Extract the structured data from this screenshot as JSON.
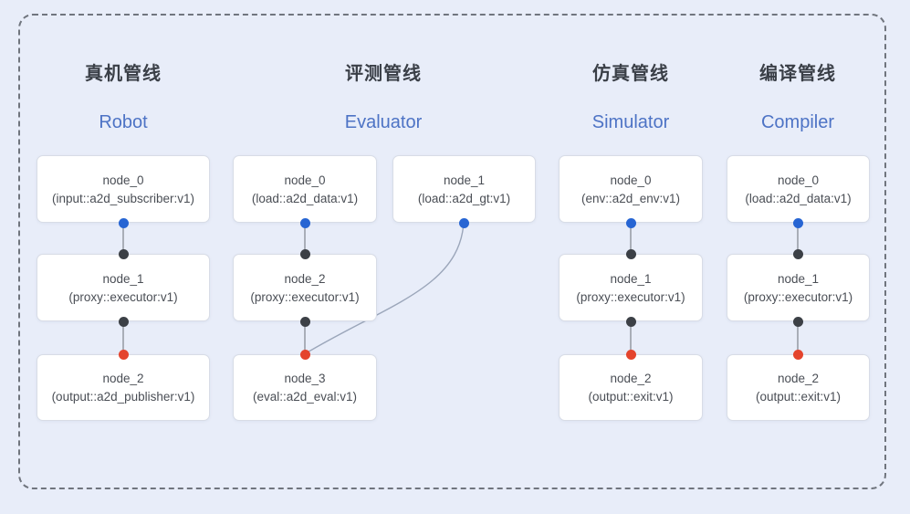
{
  "diagram": {
    "frame": "pipeline-overview",
    "colors": {
      "background": "#e8edf9",
      "frame_dash": "#70757e",
      "node_border": "#d8dce6",
      "node_text": "#4a4e55",
      "title_zh": "#3a3f47",
      "title_en": "#4d73c5",
      "port_source": "#2765d3",
      "port_proxy": "#3c4046",
      "port_sink": "#e4442d",
      "edge_line": "#8e939c",
      "edge_curve": "#9ba6ba"
    }
  },
  "pipelines": [
    {
      "title_zh": "真机管线",
      "title_en": "Robot",
      "nodes": [
        {
          "name": "node_0",
          "impl": "(input::a2d_subscriber:v1)"
        },
        {
          "name": "node_1",
          "impl": "(proxy::executor:v1)"
        },
        {
          "name": "node_2",
          "impl": "(output::a2d_publisher:v1)"
        }
      ]
    },
    {
      "title_zh": "评测管线",
      "title_en": "Evaluator",
      "nodes": [
        {
          "name": "node_0",
          "impl": "(load::a2d_data:v1)"
        },
        {
          "name": "node_1",
          "impl": "(load::a2d_gt:v1)"
        },
        {
          "name": "node_2",
          "impl": "(proxy::executor:v1)"
        },
        {
          "name": "node_3",
          "impl": "(eval::a2d_eval:v1)"
        }
      ]
    },
    {
      "title_zh": "仿真管线",
      "title_en": "Simulator",
      "nodes": [
        {
          "name": "node_0",
          "impl": "(env::a2d_env:v1)"
        },
        {
          "name": "node_1",
          "impl": "(proxy::executor:v1)"
        },
        {
          "name": "node_2",
          "impl": "(output::exit:v1)"
        }
      ]
    },
    {
      "title_zh": "编译管线",
      "title_en": "Compiler",
      "nodes": [
        {
          "name": "node_0",
          "impl": "(load::a2d_data:v1)"
        },
        {
          "name": "node_1",
          "impl": "(proxy::executor:v1)"
        },
        {
          "name": "node_2",
          "impl": "(output::exit:v1)"
        }
      ]
    }
  ]
}
